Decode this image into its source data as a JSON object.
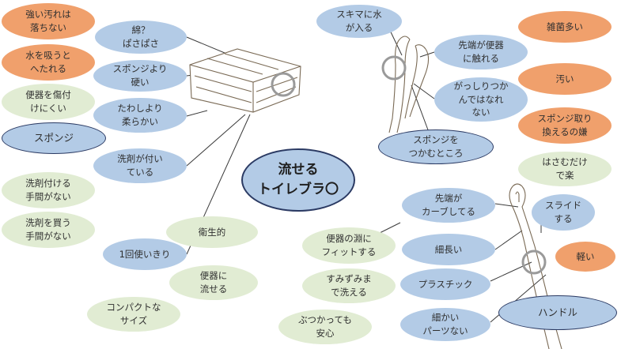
{
  "center": "流せる\nトイレブラ〇",
  "sponge_group": {
    "keyword": "スポンジ",
    "features": [
      "綿？\nぱさぱさ",
      "スポンジより\n硬い",
      "たわしより\n柔らかい",
      "洗剤が付い\nている",
      "1回使いきり"
    ],
    "pros": [
      "便器を傷付\nけにくい",
      "洗剤付ける\n手間がない",
      "洗剤を買う\n手間がない",
      "衛生的",
      "便器に\n流せる",
      "コンパクトな\nサイズ"
    ],
    "cons": [
      "強い汚れは\n落ちない",
      "水を吸うと\nへたれる"
    ]
  },
  "grip_group": {
    "keyword": "スポンジを\nつかむところ",
    "features": [
      "スキマに水\nが入る",
      "先端が便器\nに触れる",
      "がっしりつか\nんではなれ\nない"
    ],
    "pros": [
      "はさむだけ\nで楽"
    ],
    "cons": [
      "雑菌多い",
      "汚い",
      "スポンジ取り\n換えるの嫌"
    ]
  },
  "handle_group": {
    "keyword": "ハンドル",
    "features": [
      "先端が\nカーブしてる",
      "細長い",
      "プラスチック",
      "細かい\nパーツない",
      "スライド\nする"
    ],
    "pros": [
      "便器の淵に\nフィットする",
      "すみずみま\nで洗える",
      "ぶつかっても\n安心"
    ],
    "cons": [
      "軽い"
    ]
  }
}
